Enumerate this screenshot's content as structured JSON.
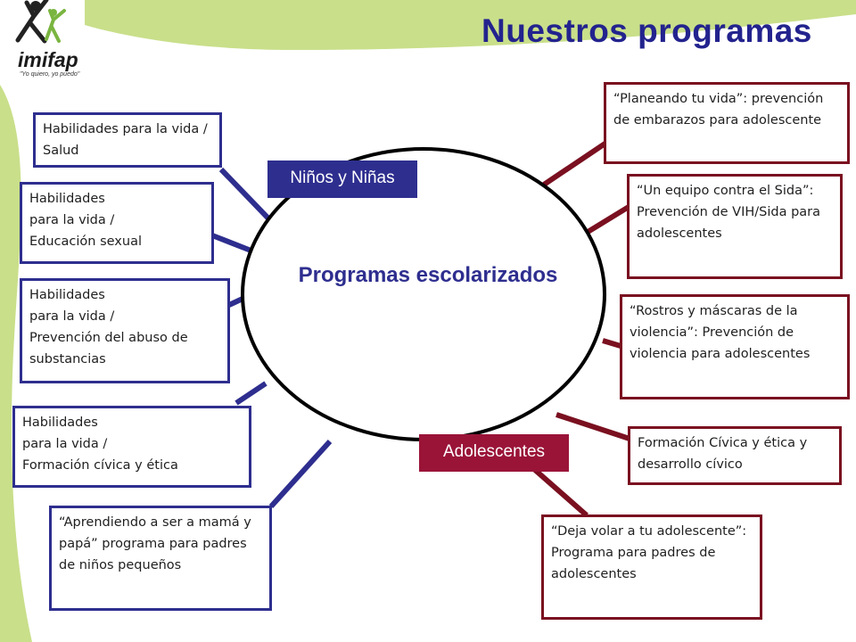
{
  "slide": {
    "title": "Nuestros programas",
    "logo": {
      "name": "imifap",
      "tagline": "\"Yo quiero, yo puedo\""
    },
    "center_label": "Programas escolarizados",
    "group_labels": {
      "children": "Niños y Niñas",
      "teens": "Adolescentes"
    },
    "left_programs": [
      "Habilidades para la vida / Salud",
      "Habilidades\npara la vida /\nEducación sexual",
      "Habilidades\npara la vida /\nPrevención del abuso de substancias",
      "Habilidades\npara la vida /\nFormación cívica y ética",
      "“Aprendiendo a ser a mamá y papá” programa para padres de niños pequeños"
    ],
    "right_programs": [
      "“Planeando tu vida”: prevención de embarazos para adolescente",
      "“Un equipo contra el Sida”: Prevención de VIH/Sida para adolescentes",
      "“Rostros y máscaras de la violencia”: Prevención de violencia para adolescentes",
      "Formación Cívica y ética y desarrollo cívico",
      "“Deja volar a tu adolescente”: Programa para padres de adolescentes"
    ],
    "colors": {
      "blue": "#2e2e8f",
      "dark_red": "#7a1020",
      "label_red": "#9a1438",
      "green": "#b8d470",
      "title": "#23238e"
    }
  }
}
